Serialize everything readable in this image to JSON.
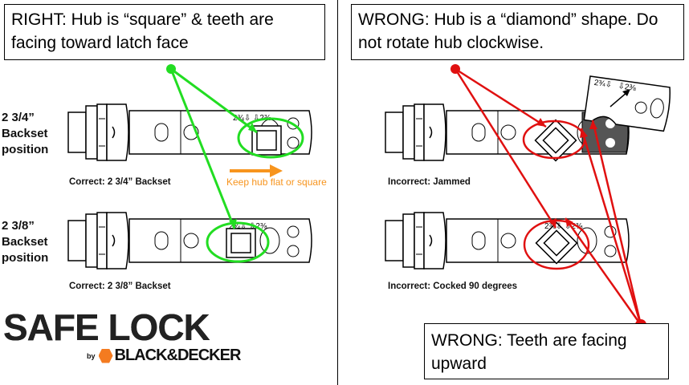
{
  "boxes": {
    "right": {
      "keyword": "RIGHT",
      "text": ": Hub is “square” & teeth are facing toward latch face"
    },
    "wrong_top": {
      "keyword": "WRONG",
      "text": ": Hub is a “diamond” shape. Do not rotate hub clockwise."
    },
    "wrong_bottom": {
      "keyword": "WRONG",
      "text": ": Teeth are facing upward"
    }
  },
  "side_labels": {
    "backset_1": [
      "2 3/4”",
      "Backset",
      "position"
    ],
    "backset_2": [
      "2 3/8”",
      "Backset",
      "position"
    ]
  },
  "captions": {
    "correct_1": "Correct:  2 3/4” Backset",
    "correct_2": "Correct:  2 3/8” Backset",
    "incorrect_1": "Incorrect: Jammed",
    "incorrect_2": "Incorrect: Cocked 90 degrees"
  },
  "hint": "Keep hub flat or square",
  "latch_marks": {
    "a": "2¾⇩",
    "b": "⇩2⅜"
  },
  "logo": {
    "main": "SAFE LOCK",
    "by": "by",
    "brand": "BLACK&DECKER"
  },
  "colors": {
    "right": "#22dd22",
    "wrong": "#e01010",
    "hint": "#f7941d"
  }
}
